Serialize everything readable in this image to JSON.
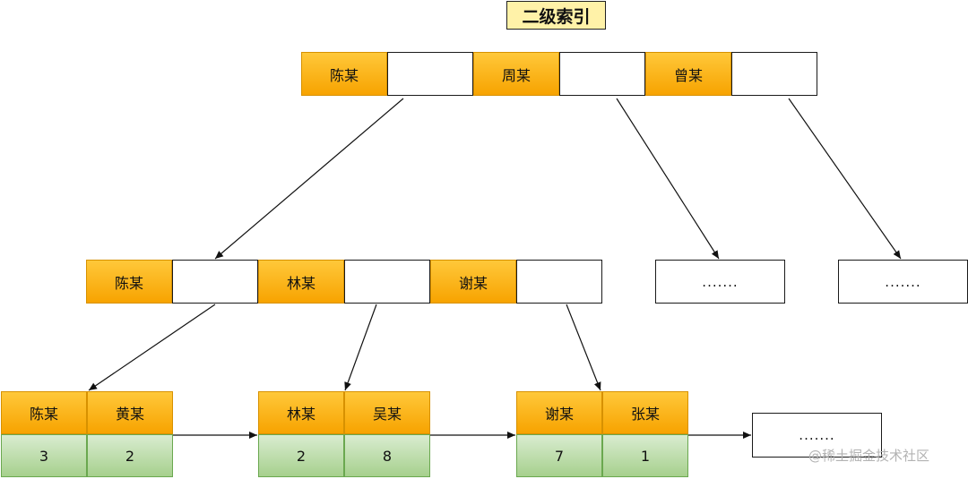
{
  "title": "二级索引",
  "root": {
    "keys": [
      "陈某",
      "周某",
      "曾某"
    ]
  },
  "level2": {
    "keys": [
      "陈某",
      "林某",
      "谢某"
    ],
    "others": [
      ".......",
      "......."
    ]
  },
  "leaves": [
    {
      "keys": [
        "陈某",
        "黄某"
      ],
      "values": [
        "3",
        "2"
      ]
    },
    {
      "keys": [
        "林某",
        "吴某"
      ],
      "values": [
        "2",
        "8"
      ]
    },
    {
      "keys": [
        "谢某",
        "张某"
      ],
      "values": [
        "7",
        "1"
      ]
    }
  ],
  "leaf_more": ".......",
  "watermark": "@稀土掘金技术社区",
  "colors": {
    "key_fill": "#f7a300",
    "value_fill": "#a6d08d",
    "title_fill": "#fff2a8"
  }
}
